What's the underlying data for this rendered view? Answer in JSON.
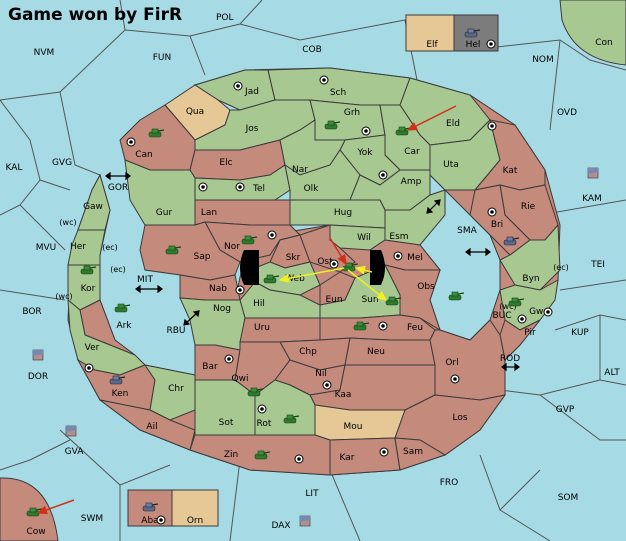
{
  "header": {
    "title": "Game won by FirR",
    "tag": "POL"
  },
  "colors": {
    "sea": "#a6dbe6",
    "red": "#c48a7c",
    "green": "#a8c892",
    "tan": "#e6c896",
    "grey": "#7c7c7c",
    "arrow_red": "#d03018",
    "arrow_yellow": "#f0f020"
  },
  "sea_labels": {
    "nvm": "NVM",
    "fun": "FUN",
    "cob": "COB",
    "nom": "NOM",
    "con": "Con",
    "ovd": "OVD",
    "kal": "KAL",
    "gvg": "GVG",
    "gor": "GOR",
    "mvu": "MVU",
    "wc1": "(wc)",
    "ec1": "(ec)",
    "ec2": "(ec)",
    "wc2": "(wc)",
    "mit": "MIT",
    "bor": "BOR",
    "rbu": "RBU",
    "kam": "KAM",
    "sma": "SMA",
    "tei": "TEI",
    "ec3": "(ec)",
    "wc3": "(wc)",
    "buc": "BUC",
    "kup": "KUP",
    "rod": "ROD",
    "alt": "ALT",
    "gvp": "GVP",
    "dor": "DOR",
    "gva": "GVA",
    "fro": "FRO",
    "lit": "LIT",
    "som": "SOM",
    "swm": "SWM",
    "dax": "DAX"
  },
  "regions": {
    "jad": "Jad",
    "sch": "Sch",
    "qua": "Qua",
    "jos": "Jos",
    "grh": "Grh",
    "eld": "Eld",
    "can": "Can",
    "car": "Car",
    "yok": "Yok",
    "elc": "Elc",
    "nar": "Nar",
    "uta": "Uta",
    "kat": "Kat",
    "tel": "Tel",
    "olk": "Olk",
    "amp": "Amp",
    "gur": "Gur",
    "lan": "Lan",
    "hug": "Hug",
    "rie": "Rie",
    "gaw": "Gaw",
    "bri": "Bri",
    "esm": "Esm",
    "wil": "Wil",
    "nor": "Nor",
    "her": "Her",
    "sap": "Sap",
    "skr": "Skr",
    "ost": "Ost",
    "mel": "Mel",
    "byn": "Byn",
    "kor": "Kor",
    "web": "Web",
    "obs": "Obs",
    "nab": "Nab",
    "eun": "Eun",
    "sun": "Sun",
    "ark": "Ark",
    "hil": "Hil",
    "nog": "Nog",
    "gwa": "Gwa",
    "pir": "Pir",
    "uru": "Uru",
    "feu": "Feu",
    "ver": "Ver",
    "chp": "Chp",
    "neu": "Neu",
    "bar": "Bar",
    "orl": "Orl",
    "qwi": "Qwi",
    "nil": "Nil",
    "ken": "Ken",
    "chr": "Chr",
    "kaa": "Kaa",
    "ail": "Ail",
    "sot": "Sot",
    "rot": "Rot",
    "mou": "Mou",
    "los": "Los",
    "zin": "Zin",
    "kar": "Kar",
    "sam": "Sam",
    "elf": "Elf",
    "hel": "Hel",
    "aba": "Aba",
    "orn": "Orn",
    "cow": "Cow"
  }
}
